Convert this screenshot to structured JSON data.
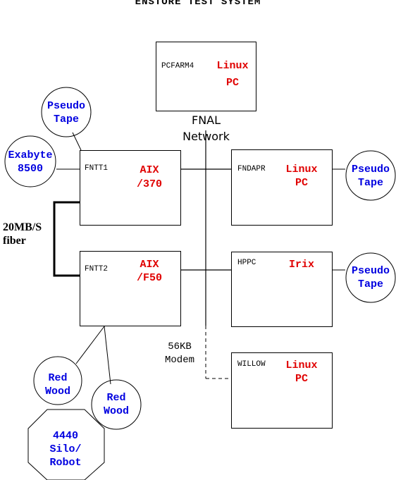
{
  "title": "ENSTORE TEST SYSTEM",
  "network_label": [
    "FNAL",
    "Network"
  ],
  "fiber_label": [
    "20MB/S",
    "fiber"
  ],
  "modem_label": [
    "56KB",
    "Modem"
  ],
  "hosts": {
    "pcfarm4": {
      "name": "PCFARM4",
      "os": [
        "Linux",
        "PC"
      ]
    },
    "fntt1": {
      "name": "FNTT1",
      "os": [
        "AIX",
        "/370"
      ]
    },
    "fntt2": {
      "name": "FNTT2",
      "os": [
        "AIX",
        "/F50"
      ]
    },
    "fndapr": {
      "name": "FNDAPR",
      "os": [
        "Linux",
        "PC"
      ]
    },
    "hppc": {
      "name": "HPPC",
      "os": [
        "Irix"
      ]
    },
    "willow": {
      "name": "WILLOW",
      "os": [
        "Linux",
        "PC"
      ]
    }
  },
  "devices": {
    "pseudo_tape_fntt1": [
      "Pseudo",
      "Tape"
    ],
    "exabyte": [
      "Exabyte",
      "8500"
    ],
    "pseudo_tape_fndapr": [
      "Pseudo",
      "Tape"
    ],
    "pseudo_tape_hppc": [
      "Pseudo",
      "Tape"
    ],
    "redwood_1": [
      "Red",
      "Wood"
    ],
    "redwood_2": [
      "Red",
      "Wood"
    ],
    "silo": [
      "4440",
      "Silo/",
      "Robot"
    ]
  },
  "colors": {
    "os_text": "#e00000",
    "device_text": "#0000e0",
    "lines": "#000000"
  }
}
